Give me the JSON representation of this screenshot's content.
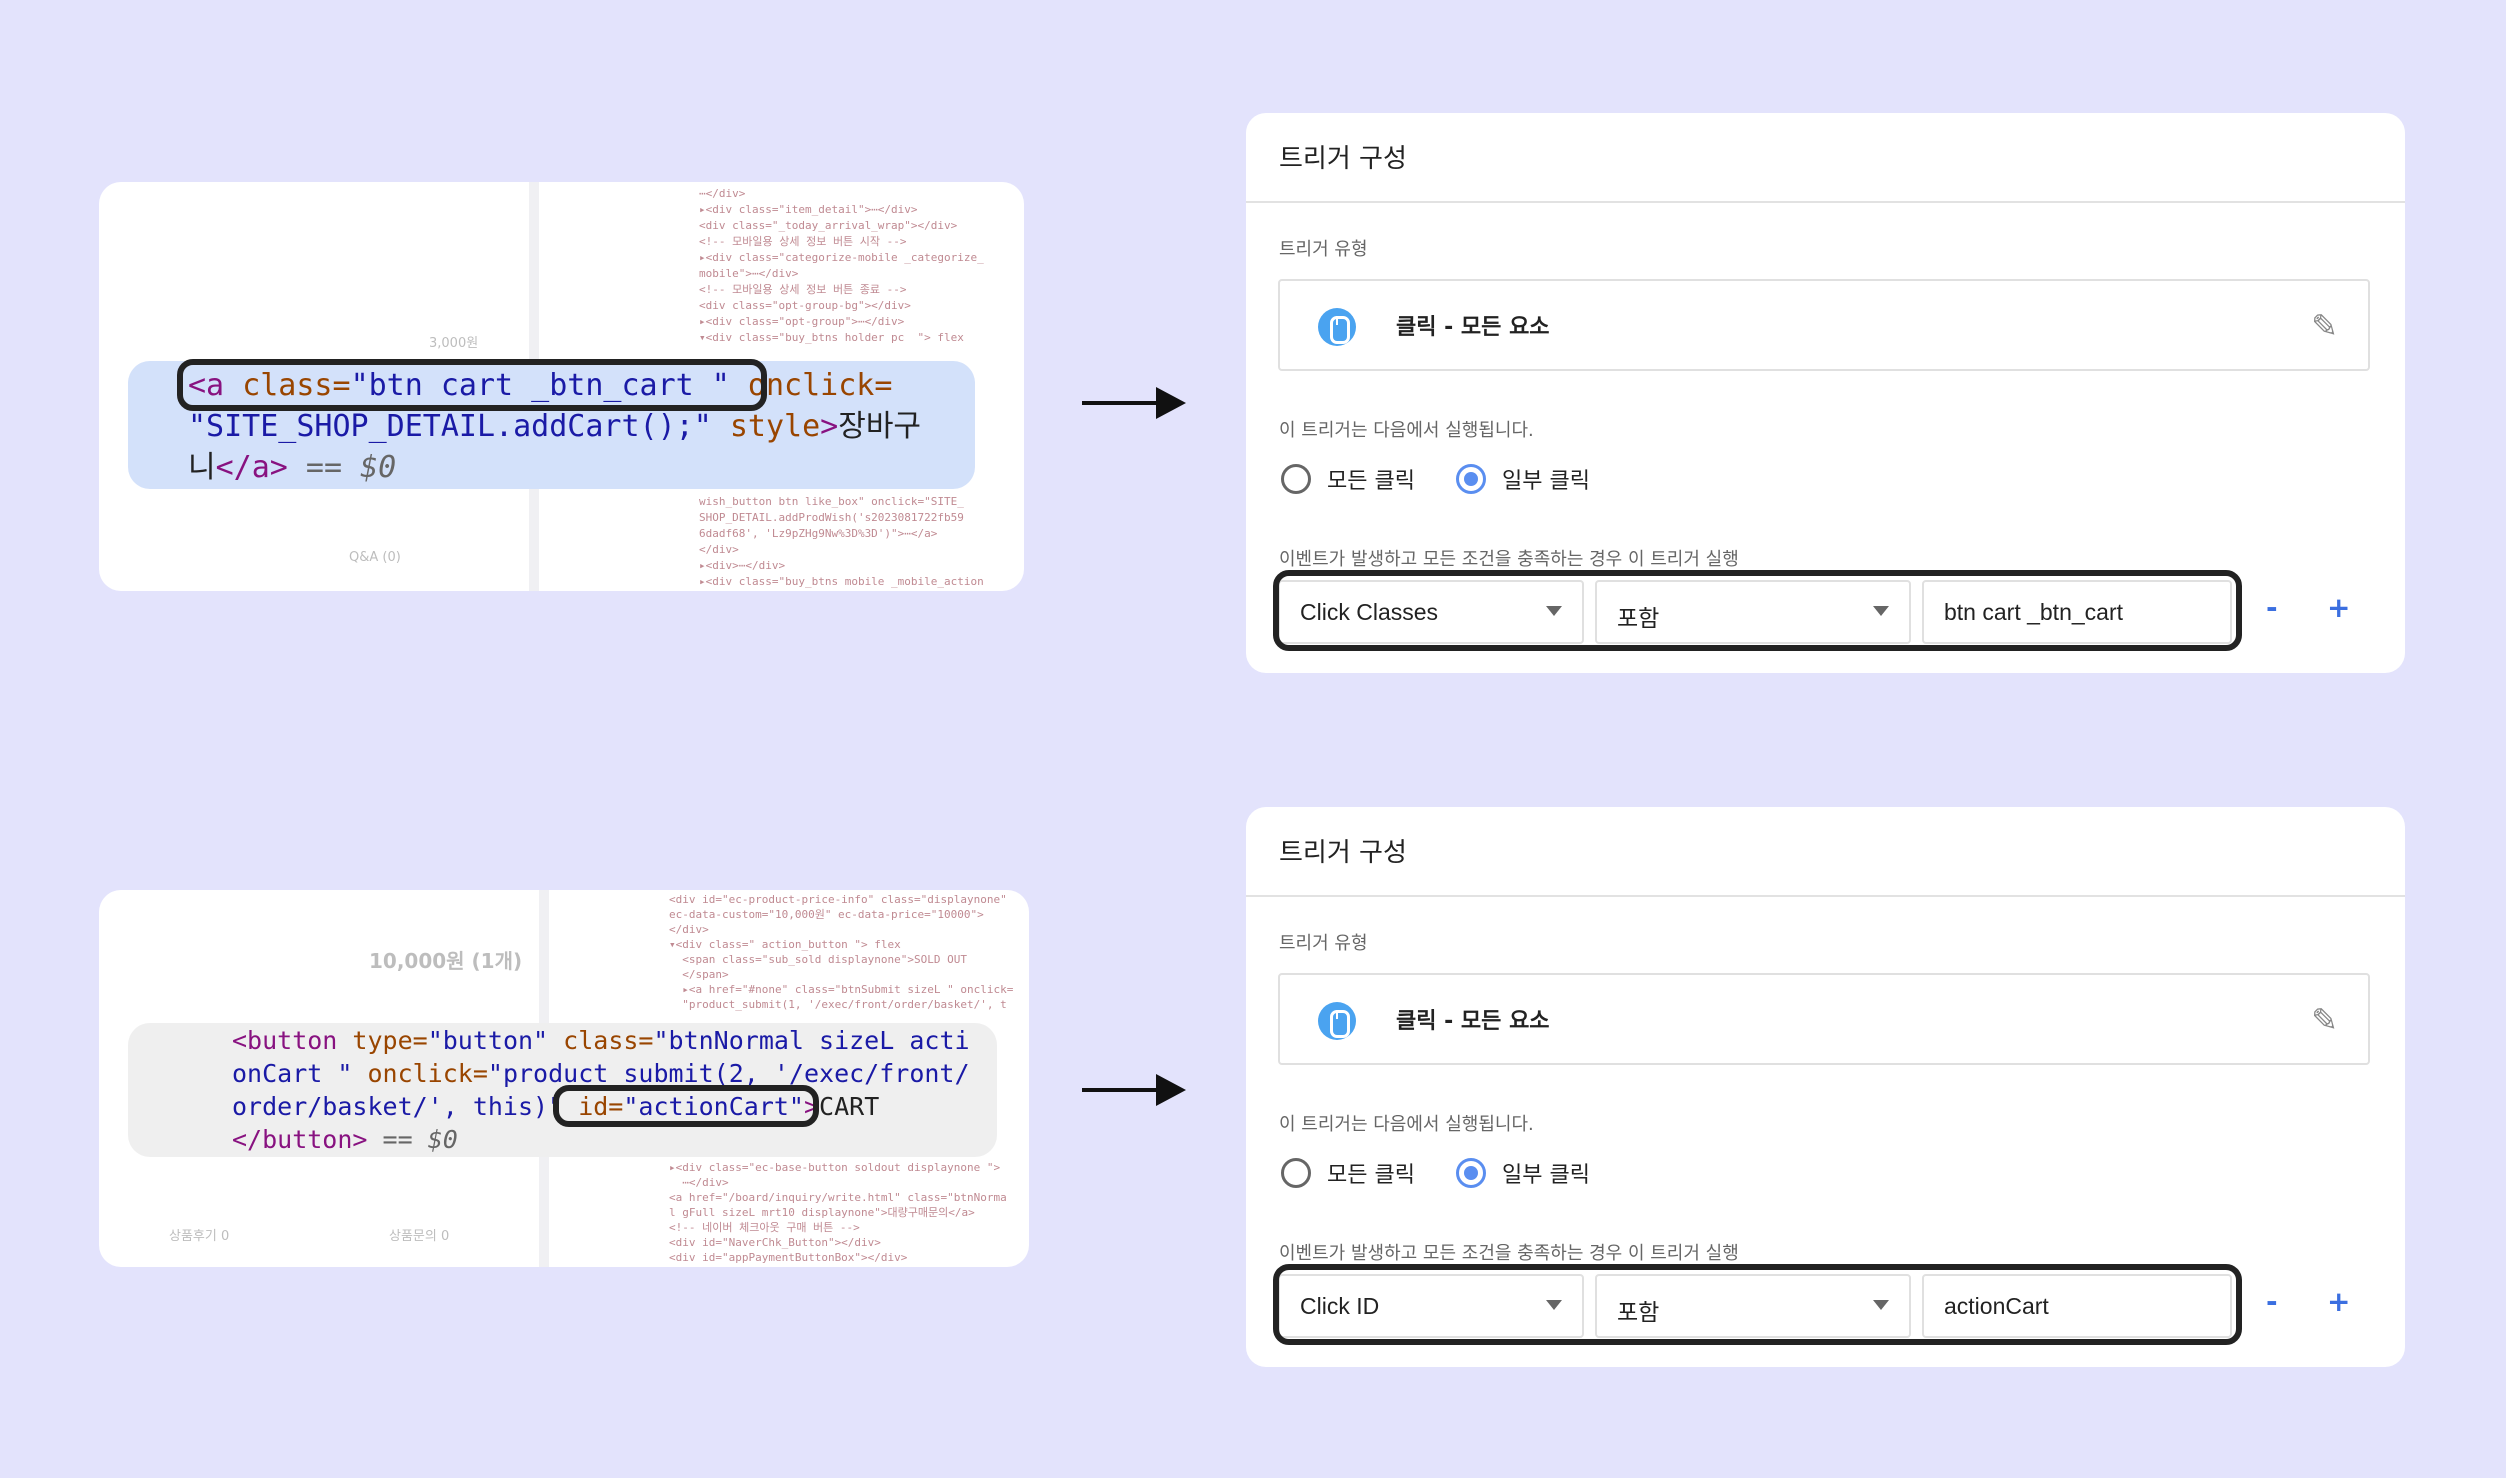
{
  "code_panels": [
    {
      "bg_lines": [
        "⋯</div>",
        "▸<div class=\"item_detail\">⋯</div>",
        "<div class=\"_today_arrival_wrap\"></div>",
        "<!-- 모바일용 상세 정보 버튼 시작 -->",
        "▸<div class=\"categorize-mobile _categorize_",
        "mobile\">⋯</div>",
        "<!-- 모바일용 상세 정보 버튼 종료 -->",
        "<div class=\"opt-group-bg\"></div>",
        "▸<div class=\"opt-group\">⋯</div>",
        "▾<div class=\"buy_btns holder pc  \"> flex"
      ],
      "bg_lines2": [
        "wish_button btn like_box\" onclick=\"SITE_",
        "SHOP_DETAIL.addProdWish('s2023081722fb59",
        "6dadf68', 'Lz9pZHg9Nw%3D%3D')\">⋯</a>",
        "</div>",
        "▸<div>⋯</div>",
        "▸<div class=\"buy_btns mobile _mobile_action"
      ],
      "faint_price": "3,000원",
      "faint_tab": "Q&A (0)",
      "code": {
        "l1_tag": "<a ",
        "l1_attr": "class=",
        "l1_val": "\"btn cart _btn_cart \"",
        "l1_attr2": " onclick=",
        "l2_val": "\"SITE_SHOP_DETAIL.addCart();\"",
        "l2_attr": " style",
        "l2_tag": ">",
        "l2_txt": "장바구",
        "l3_txt": "니",
        "l3_tag": "</a>",
        "l3_eq": " == ",
        "l3_dollar": "$0"
      }
    },
    {
      "bg_lines": [
        "<div id=\"ec-product-price-info\" class=\"displaynone\"",
        "ec-data-custom=\"10,000원\" ec-data-price=\"10000\">",
        "</div>",
        "▾<div class=\" action_button \"> flex",
        "  <span class=\"sub_sold displaynone\">SOLD OUT",
        "  </span>",
        "  ▸<a href=\"#none\" class=\"btnSubmit sizeL \" onclick=",
        "  \"product_submit(1, '/exec/front/order/basket/', t"
      ],
      "bg_lines2": [
        "▸<div class=\"ec-base-button soldout displaynone \">",
        "  ⋯</div>",
        "<a href=\"/board/inquiry/write.html\" class=\"btnNorma",
        "l gFull sizeL mrt10 displaynone\">대량구매문의</a>",
        "<!-- 네이버 체크아웃 구매 버튼 -->",
        "<div id=\"NaverChk_Button\"></div>",
        "<div id=\"appPaymentButtonBox\"></div>"
      ],
      "faint_price": "10,000원 (1개)",
      "faint_tab": "상품후기 0",
      "faint_tab2": "상품문의 0",
      "code": {
        "l1_tag": "<button ",
        "l1_attr": "type=",
        "l1_val": "\"button\"",
        "l1_attr2": " class=",
        "l1_val2": "\"btnNormal sizeL acti",
        "l2_val": "onCart \"",
        "l2_attr": " onclick=",
        "l2_val2": "\"product_submit(2, '/exec/front/",
        "l3_val": "order/basket/', this)\"",
        "l3_attr": " id=",
        "l3_val2": "\"actionCart\"",
        "l3_tag": ">",
        "l3_txt": "CART",
        "l4_tag": "</button>",
        "l4_eq": " == ",
        "l4_dollar": "$0"
      }
    }
  ],
  "cards": [
    {
      "title": "트리거 구성",
      "type_label": "트리거 유형",
      "type_name": "클릭 - 모든 요소",
      "runs_label": "이 트리거는 다음에서 실행됩니다.",
      "radio_all": "모든 클릭",
      "radio_some": "일부 클릭",
      "selected": "some",
      "cond_label": "이벤트가 발생하고 모든 조건을 충족하는 경우 이 트리거 실행",
      "variable": "Click Classes",
      "operator": "포함",
      "value": "btn cart _btn_cart",
      "minus": "-",
      "plus": "+"
    },
    {
      "title": "트리거 구성",
      "type_label": "트리거 유형",
      "type_name": "클릭 - 모든 요소",
      "runs_label": "이 트리거는 다음에서 실행됩니다.",
      "radio_all": "모든 클릭",
      "radio_some": "일부 클릭",
      "selected": "some",
      "cond_label": "이벤트가 발생하고 모든 조건을 충족하는 경우 이 트리거 실행",
      "variable": "Click ID",
      "operator": "포함",
      "value": "actionCart",
      "minus": "-",
      "plus": "+"
    }
  ]
}
